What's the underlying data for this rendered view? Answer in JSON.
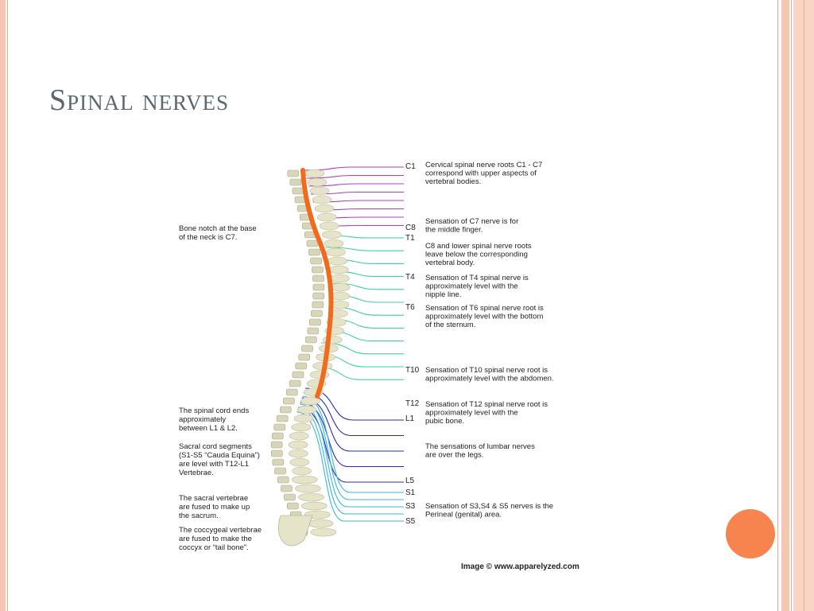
{
  "slide": {
    "title": "Spinal nerves",
    "accent_color": "#f7834f",
    "border_color": "#f6c6b3"
  },
  "diagram": {
    "left_notes": [
      [
        "Bone notch at the base",
        "of the neck is C7."
      ],
      [
        "The spinal cord ends",
        "approximately",
        "between L1 & L2."
      ],
      [
        "Sacral cord segments",
        "(S1-S5 “Cauda Equina”)",
        "are level with T12-L1",
        "Vertebrae."
      ],
      [
        "The sacral vertebrae",
        "are fused to make up",
        "the sacrum."
      ],
      [
        "The coccygeal vertebrae",
        "are fused to make the",
        "coccyx or “tail bone”."
      ]
    ],
    "levels": [
      "C1",
      "C8",
      "T1",
      "T4",
      "T6",
      "T10",
      "T12",
      "L1",
      "L5",
      "S1",
      "S3",
      "S5"
    ],
    "right_notes": [
      [
        "Cervical spinal nerve roots C1 - C7",
        "correspond with upper aspects of",
        "vertebral bodies."
      ],
      [
        "Sensation of C7 nerve is for",
        "the middle finger."
      ],
      [
        "C8 and lower spinal nerve roots",
        "leave below the corresponding",
        "vertebral body."
      ],
      [
        "Sensation of T4 spinal nerve is",
        "approximately level with the",
        "nipple line."
      ],
      [
        "Sensation of T6 spinal nerve root is",
        "approximately level with the bottom",
        "of the sternum."
      ],
      [
        "Sensation of T10 spinal nerve root is",
        "approximately level with the abdomen."
      ],
      [
        "Sensation of T12 spinal nerve root is",
        "approximately level with the",
        "pubic bone."
      ],
      [
        "The sensations of lumbar nerves",
        "are over the legs."
      ],
      [
        "Sensation of S3,S4 & S5 nerves is the",
        "Perineal (genital) area."
      ]
    ],
    "credit": "Image © www.apparelyzed.com",
    "colors": {
      "cervical": "#b03cc8",
      "thoracic": "#3fd29a",
      "lumbar": "#2a2ab4",
      "sacral": "#38b8e0",
      "cord": "#f26a1b",
      "bone": "#e6e4c8"
    }
  }
}
